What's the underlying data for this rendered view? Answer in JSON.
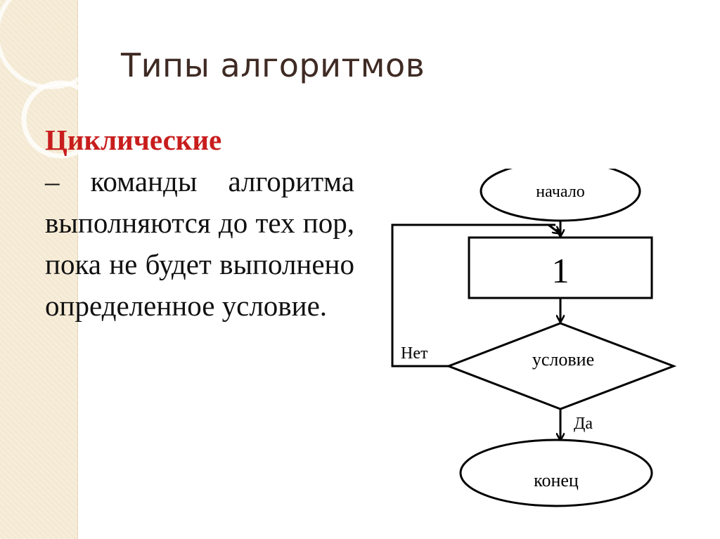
{
  "slide": {
    "title": "Типы алгоритмов",
    "term": "Циклические",
    "dash": "–",
    "definition": "команды алгоритма выполняются до тех пор, пока не будет выполнено определенное условие.",
    "colors": {
      "title": "#3f2b24",
      "term": "#c81d1d",
      "sidebar": "#f4e9d2"
    }
  },
  "flowchart": {
    "start_label": "начало",
    "process_label": "1",
    "decision_label": "условие",
    "no_label": "Нет",
    "yes_label": "Да",
    "end_label": "конец"
  }
}
